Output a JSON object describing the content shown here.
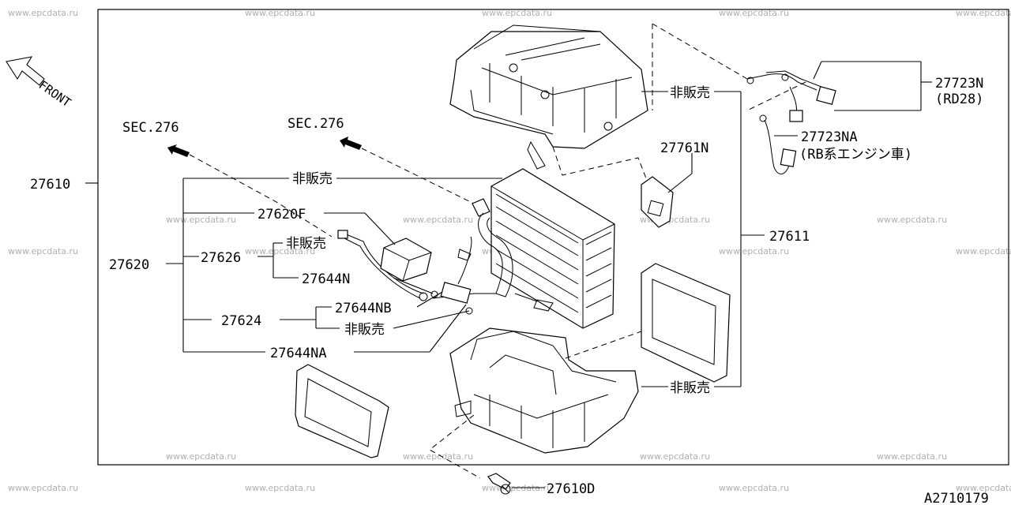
{
  "watermark": "www.epcdata.ru",
  "direction": {
    "label": "FRONT"
  },
  "sec_refs": [
    "SEC.276",
    "SEC.276"
  ],
  "labels": {
    "p27610": "27610",
    "p27620": "27620",
    "p27620F": "27620F",
    "p27626": "27626",
    "p27644N": "27644N",
    "p27644NB": "27644NB",
    "p27624": "27624",
    "p27644NA": "27644NA",
    "p27761N": "27761N",
    "p27611": "27611",
    "p27723N": "27723N",
    "rd28": "(RD28)",
    "p27723NA": "27723NA",
    "rb_engine": "(RB系エンジン車)",
    "p27610D": "27610D",
    "not_for_sale_top": "非販売",
    "not_for_sale_left": "非販売",
    "not_for_sale_626": "非販売",
    "not_for_sale_624": "非販売",
    "not_for_sale_bottom": "非販売"
  },
  "diagram_code": "A2710179"
}
